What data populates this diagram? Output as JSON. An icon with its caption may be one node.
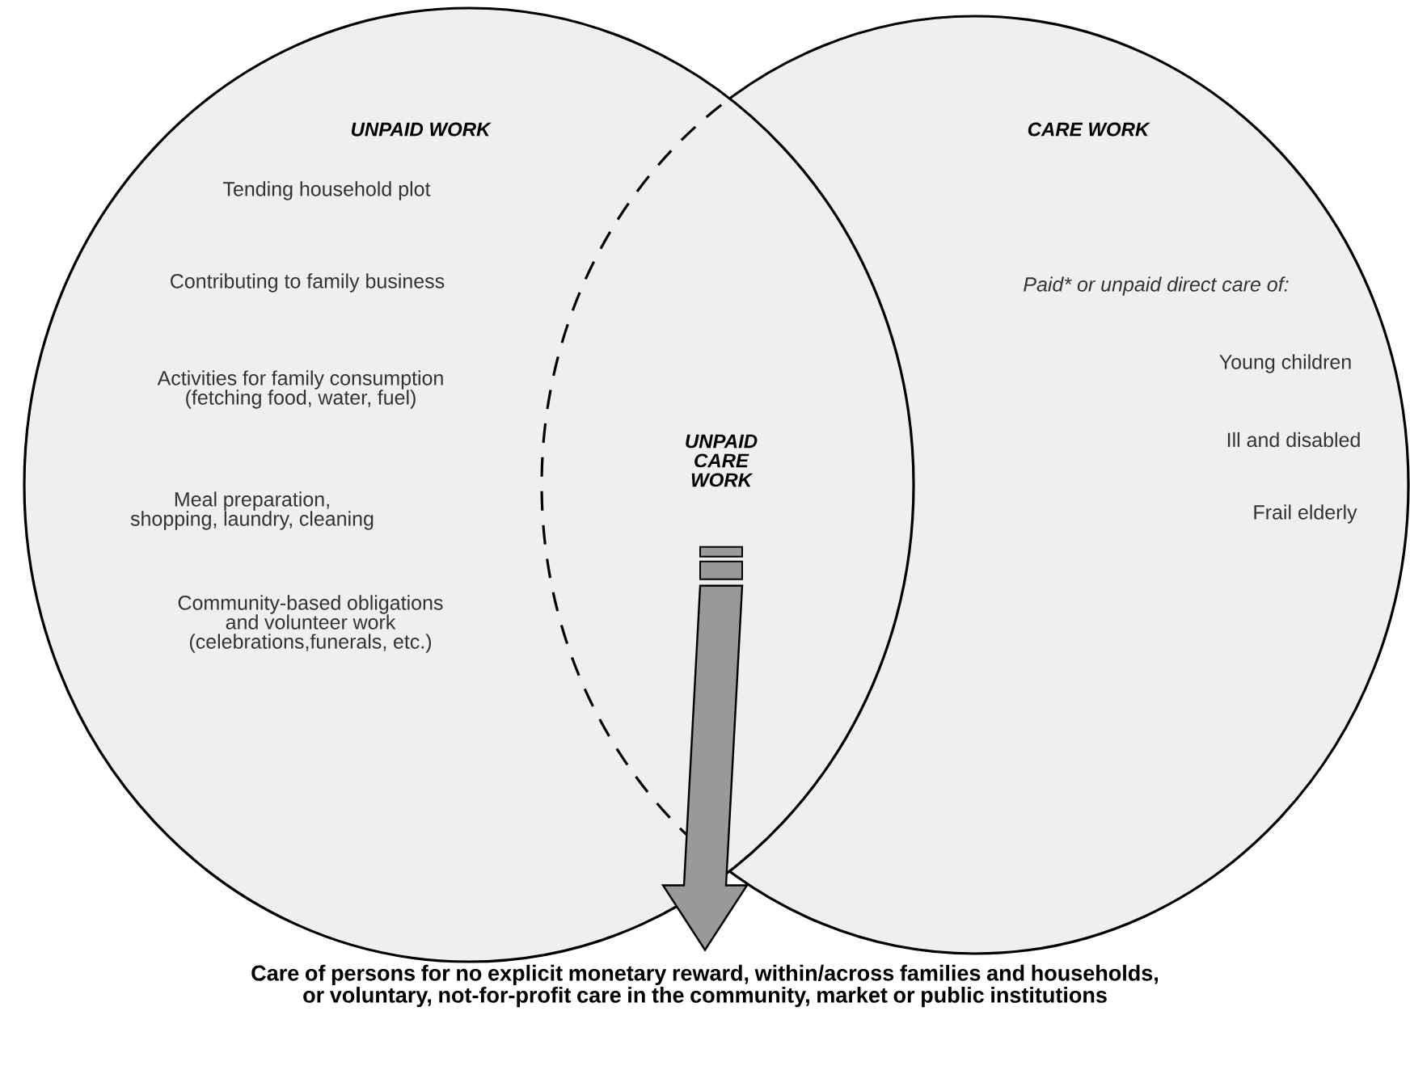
{
  "diagram": {
    "nodes": [
      {
        "text": [
          "UNPAID WORK",
          "Tending household plot",
          "Contributing to family business",
          "Activities for family consumption (fetching food, water, fuel)",
          "Meal preparation, shopping, laundry, cleaning",
          "Community-based obligations and volunteer work (celebrations,funerals, etc.)"
        ]
      },
      {
        "text": [
          "CARE WORK",
          "Paid* or unpaid direct care of:",
          "Young children",
          "Ill and disabled",
          "Frail elderly"
        ]
      },
      {
        "text": [
          "UNPAID CARE WORK"
        ]
      },
      {
        "text": [
          "Care of persons for no explicit monetary reward, within/across families and households, or voluntary, not-for-profit care in the community, market or public institutions"
        ]
      }
    ],
    "edges": [
      {
        "from": 2,
        "to": 3,
        "arrow": "to"
      }
    ]
  }
}
